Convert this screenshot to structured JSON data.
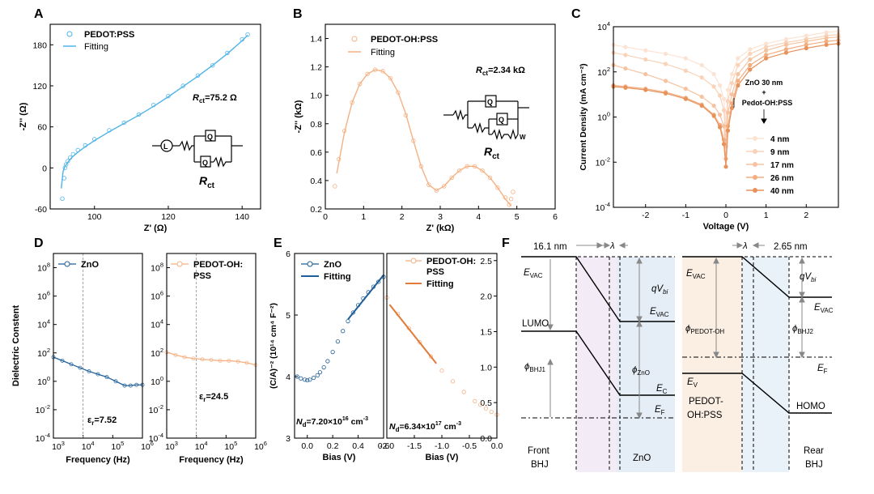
{
  "colors": {
    "blue": "#4fb3e8",
    "blue_dark": "#1f5f99",
    "orange": "#f4b183",
    "orange_dark": "#e07b39",
    "axis": "#000000",
    "ref_gray": "#888888",
    "rgn_front": "#f3ecf7",
    "rgn_zno": "#e5eef6",
    "rgn_pedot": "#fbeee3",
    "rgn_rear": "#e9f1f9"
  },
  "icons": [
    "resistor-icon",
    "capacitor-q-icon",
    "inductor-l-icon",
    "warburg-w-icon",
    "arrow-icon"
  ],
  "panels": {
    "A": {
      "letter": "A",
      "legend": {
        "data": "PEDOT:PSS",
        "fit": "Fitting"
      },
      "rct_prefix": "R",
      "rct_sub": "ct",
      "rct_value": "=75.2 Ω",
      "circuit_rct": "R",
      "circuit_rct_sub": "ct",
      "circuit_Q": "Q",
      "circuit_L": "L"
    },
    "B": {
      "letter": "B",
      "legend": {
        "data": "PEDOT-OH:PSS",
        "fit": "Fitting"
      },
      "rct_prefix": "R",
      "rct_sub": "ct",
      "rct_value": "=2.34 kΩ",
      "circuit_rct": "R",
      "circuit_rct_sub": "ct",
      "circuit_Q": "Q",
      "circuit_W": "W"
    },
    "C": {
      "letter": "C",
      "legend_header": [
        "ZnO 30 nm",
        "+",
        "Pedot-OH:PSS"
      ],
      "legend_entries": [
        "4 nm",
        "9 nm",
        "17 nm",
        "26 nm",
        "40 nm"
      ]
    },
    "D": {
      "letter": "D",
      "legend_left": "ZnO",
      "legend_right": [
        "PEDOT-OH:",
        "PSS"
      ],
      "eps_left": "=7.52",
      "eps_right": "=24.5",
      "eps_symbol": "ε",
      "eps_sub": "r"
    },
    "E": {
      "letter": "E",
      "legend_left": {
        "data": "ZnO",
        "fit": "Fitting"
      },
      "legend_right": {
        "data": [
          "PEDOT-OH:",
          "PSS"
        ],
        "fit": "Fitting"
      },
      "nd_symbol": "N",
      "nd_sub": "d",
      "nd_left": "=7.20×10",
      "nd_left_exp": "16",
      "nd_right": "=6.34×10",
      "nd_right_exp": "17",
      "nd_unit": " cm",
      "nd_unit_exp": "-3"
    },
    "F": {
      "letter": "F",
      "width_left": "16.1 nm",
      "width_right": "2.65 nm",
      "lambda": "λ",
      "E_VAC": "E",
      "sub_VAC": "VAC",
      "LUMO": "LUMO",
      "phi_BHJ1_sub": "BHJ1",
      "phi_ZnO_sub": "ZnO",
      "phi_PEDOT_sub": "PEDOT-OH",
      "phi_BHJ2_sub": "BHJ2",
      "phi": "ϕ",
      "qVbi_q": "qV",
      "qVbi_sub": "bi",
      "E_C_sub": "C",
      "E_F_sub": "F",
      "E_V_sub": "V",
      "HOMO": "HOMO",
      "front": [
        "Front",
        "BHJ"
      ],
      "zno": "ZnO",
      "pedot": [
        "PEDOT-",
        "OH:PSS"
      ],
      "rear": [
        "Rear",
        "BHJ"
      ]
    }
  },
  "chart_data": [
    {
      "id": "A",
      "type": "scatter",
      "title": "",
      "xlabel": "Z' (Ω)",
      "ylabel": "-Z'' (Ω)",
      "xlim": [
        88,
        145
      ],
      "ylim": [
        -60,
        210
      ],
      "xticks": [
        100,
        120,
        140
      ],
      "yticks": [
        -60,
        0,
        60,
        120,
        180
      ],
      "series": [
        {
          "name": "PEDOT:PSS",
          "style": "markers",
          "x": [
            91.3,
            91.8,
            92.0,
            92.3,
            92.8,
            93.4,
            94.2,
            95.5,
            97.5,
            100,
            104,
            108,
            112,
            116,
            120,
            124,
            128,
            132,
            136,
            140,
            141.5
          ],
          "y": [
            -45,
            -15,
            0,
            5,
            10,
            15,
            20,
            26,
            33,
            42,
            55,
            66,
            78,
            92,
            105,
            120,
            135,
            150,
            168,
            188,
            195
          ]
        },
        {
          "name": "Fitting",
          "style": "line",
          "x": [
            91.0,
            91.5,
            92.0,
            92.5,
            93.0,
            94.0,
            95.5,
            97.5,
            100,
            104,
            108,
            112,
            116,
            120,
            124,
            128,
            132,
            136,
            140,
            141.5
          ],
          "y": [
            -30,
            -5,
            2,
            6,
            10,
            16,
            23,
            31,
            40,
            53,
            65,
            77,
            90,
            104,
            119,
            134,
            150,
            167,
            186,
            194
          ]
        }
      ]
    },
    {
      "id": "B",
      "type": "scatter",
      "title": "",
      "xlabel": "Z' (kΩ)",
      "ylabel": "-Z'' (kΩ)",
      "xlim": [
        0,
        6
      ],
      "ylim": [
        0.2,
        1.5
      ],
      "xticks": [
        0,
        1,
        2,
        3,
        4,
        5,
        6
      ],
      "yticks": [
        0.2,
        0.4,
        0.6,
        0.8,
        1.0,
        1.2,
        1.4
      ],
      "series": [
        {
          "name": "PEDOT-OH:PSS",
          "style": "markers",
          "x": [
            0.25,
            0.35,
            0.5,
            0.7,
            0.9,
            1.1,
            1.3,
            1.5,
            1.7,
            1.9,
            2.1,
            2.3,
            2.5,
            2.7,
            2.9,
            3.1,
            3.3,
            3.5,
            3.7,
            3.9,
            4.1,
            4.3,
            4.5,
            4.7,
            4.8,
            4.85,
            4.9
          ],
          "y": [
            0.36,
            0.55,
            0.75,
            0.95,
            1.08,
            1.15,
            1.18,
            1.17,
            1.12,
            1.02,
            0.86,
            0.68,
            0.5,
            0.37,
            0.33,
            0.36,
            0.42,
            0.47,
            0.5,
            0.5,
            0.47,
            0.42,
            0.35,
            0.28,
            0.23,
            0.27,
            0.32
          ]
        },
        {
          "name": "Fitting",
          "style": "line",
          "x": [
            0.3,
            0.5,
            0.7,
            0.9,
            1.1,
            1.3,
            1.5,
            1.7,
            1.9,
            2.1,
            2.3,
            2.5,
            2.7,
            2.9,
            3.1,
            3.3,
            3.5,
            3.7,
            3.9,
            4.1,
            4.3,
            4.5,
            4.7,
            4.85
          ],
          "y": [
            0.45,
            0.74,
            0.95,
            1.08,
            1.15,
            1.18,
            1.17,
            1.12,
            1.02,
            0.87,
            0.68,
            0.5,
            0.37,
            0.33,
            0.36,
            0.42,
            0.47,
            0.5,
            0.5,
            0.47,
            0.42,
            0.35,
            0.27,
            0.22
          ]
        }
      ]
    },
    {
      "id": "C",
      "type": "line",
      "title": "",
      "xlabel": "Voltage (V)",
      "ylabel": "Current Density (mA cm⁻²)",
      "xlim": [
        -2.8,
        2.8
      ],
      "ylim_exp": [
        -4,
        4
      ],
      "yscale": "log",
      "xticks": [
        -2,
        -1,
        0,
        1,
        2
      ],
      "yticks_exp": [
        -4,
        -2,
        0,
        2,
        4
      ],
      "x": [
        -2.8,
        -2.5,
        -2.0,
        -1.5,
        -1.0,
        -0.6,
        -0.3,
        -0.15,
        -0.05,
        0.0,
        0.05,
        0.15,
        0.3,
        0.6,
        1.0,
        1.5,
        2.0,
        2.5,
        2.8
      ],
      "series": [
        {
          "name": "4 nm",
          "color": "#fbe3d3",
          "y_exp": [
            3.2,
            3.1,
            2.95,
            2.8,
            2.6,
            2.3,
            1.9,
            1.4,
            0.8,
            -0.3,
            1.2,
            1.9,
            2.6,
            3.0,
            3.25,
            3.45,
            3.6,
            3.75,
            3.8
          ]
        },
        {
          "name": "9 nm",
          "color": "#f9d2b8",
          "y_exp": [
            2.85,
            2.75,
            2.55,
            2.35,
            2.05,
            1.75,
            1.35,
            0.95,
            0.3,
            -0.8,
            0.7,
            1.5,
            2.3,
            2.8,
            3.1,
            3.3,
            3.45,
            3.6,
            3.65
          ]
        },
        {
          "name": "17 nm",
          "color": "#f6c3a0",
          "y_exp": [
            2.3,
            2.15,
            1.9,
            1.6,
            1.25,
            0.9,
            0.5,
            0.1,
            -0.4,
            -1.3,
            0.2,
            1.0,
            1.9,
            2.55,
            2.95,
            3.2,
            3.35,
            3.5,
            3.55
          ]
        },
        {
          "name": "26 nm",
          "color": "#f2ad80",
          "y_exp": [
            1.4,
            1.35,
            1.25,
            1.1,
            0.85,
            0.55,
            0.1,
            -0.35,
            -1.0,
            -1.85,
            -0.4,
            0.6,
            1.6,
            2.3,
            2.75,
            3.0,
            3.2,
            3.35,
            3.4
          ]
        },
        {
          "name": "40 nm",
          "color": "#e8925a",
          "y_exp": [
            1.35,
            1.3,
            1.2,
            1.05,
            0.8,
            0.5,
            0.05,
            -0.45,
            -1.2,
            -2.2,
            -0.6,
            0.4,
            1.4,
            2.1,
            2.6,
            2.85,
            3.05,
            3.2,
            3.25
          ]
        }
      ]
    },
    {
      "id": "D-left",
      "type": "scatter",
      "title": "",
      "xlabel": "Frequency (Hz)",
      "ylabel": "Dielectric Constent",
      "xscale": "log",
      "yscale": "log",
      "xlim_exp": [
        3,
        6
      ],
      "ylim_exp": [
        -4,
        9
      ],
      "xticks_exp": [
        3,
        4,
        5,
        6
      ],
      "yticks_exp": [
        -4,
        -2,
        0,
        2,
        4,
        6,
        8
      ],
      "series": [
        {
          "name": "ZnO",
          "x_exp": [
            3.0,
            3.3,
            3.6,
            3.9,
            4.2,
            4.5,
            4.8,
            5.1,
            5.4,
            5.6,
            5.8,
            6.0
          ],
          "y_exp": [
            1.7,
            1.45,
            1.2,
            0.95,
            0.7,
            0.5,
            0.3,
            0.0,
            -0.3,
            -0.3,
            -0.25,
            -0.25
          ]
        }
      ]
    },
    {
      "id": "D-right",
      "type": "scatter",
      "title": "",
      "xlabel": "Frequency (Hz)",
      "ylabel": "",
      "xscale": "log",
      "yscale": "log",
      "xlim_exp": [
        3,
        6
      ],
      "ylim_exp": [
        -4,
        9
      ],
      "xticks_exp": [
        3,
        4,
        5,
        6
      ],
      "yticks_exp": [
        -4,
        -2,
        0,
        2,
        4,
        6,
        8
      ],
      "series": [
        {
          "name": "PEDOT-OH:PSS",
          "x_exp": [
            3.0,
            3.3,
            3.6,
            3.9,
            4.2,
            4.5,
            4.8,
            5.1,
            5.4,
            5.7,
            6.0
          ],
          "y_exp": [
            2.05,
            1.85,
            1.7,
            1.6,
            1.55,
            1.5,
            1.45,
            1.45,
            1.4,
            1.3,
            1.15
          ]
        }
      ]
    },
    {
      "id": "E-left",
      "type": "scatter",
      "title": "",
      "xlabel": "Bias (V)",
      "ylabel": "(C/A)⁻² (10¹⁴ cm⁴ F⁻²)",
      "xlim": [
        -0.1,
        0.6
      ],
      "ylim": [
        3,
        6
      ],
      "xticks": [
        0.0,
        0.2,
        0.4,
        0.6
      ],
      "yticks": [
        3,
        4,
        5,
        6
      ],
      "series": [
        {
          "name": "ZnO",
          "style": "markers",
          "x": [
            -0.08,
            -0.05,
            -0.02,
            0.0,
            0.02,
            0.05,
            0.08,
            0.1,
            0.13,
            0.16,
            0.2,
            0.24,
            0.28,
            0.32,
            0.36,
            0.4,
            0.44,
            0.48,
            0.52,
            0.56,
            0.6
          ],
          "y": [
            4.0,
            3.97,
            3.95,
            3.94,
            3.95,
            3.98,
            4.02,
            4.07,
            4.15,
            4.25,
            4.4,
            4.57,
            4.74,
            4.9,
            5.04,
            5.16,
            5.27,
            5.37,
            5.46,
            5.54,
            5.62
          ]
        },
        {
          "name": "Fitting",
          "style": "line",
          "x": [
            0.32,
            0.6
          ],
          "y": [
            4.93,
            5.65
          ]
        }
      ]
    },
    {
      "id": "E-right",
      "type": "scatter",
      "title": "",
      "xlabel": "Bias (V)",
      "ylabel": "",
      "xlim": [
        -2.0,
        0.0
      ],
      "ylim": [
        0.0,
        2.6
      ],
      "xticks": [
        -2.0,
        -1.5,
        -1.0,
        -0.5,
        0.0
      ],
      "yticks": [
        0.0,
        0.5,
        1.0,
        1.5,
        2.0,
        2.5
      ],
      "series": [
        {
          "name": "PEDOT-OH:PSS",
          "style": "markers",
          "x": [
            -2.0,
            -1.8,
            -1.6,
            -1.4,
            -1.2,
            -1.0,
            -0.8,
            -0.6,
            -0.4,
            -0.3,
            -0.2,
            -0.1,
            0.0
          ],
          "y": [
            1.98,
            1.75,
            1.55,
            1.35,
            1.15,
            0.95,
            0.8,
            0.65,
            0.52,
            0.47,
            0.42,
            0.37,
            0.33
          ]
        },
        {
          "name": "Fitting",
          "style": "line",
          "x": [
            -1.95,
            -1.1
          ],
          "y": [
            1.88,
            1.05
          ]
        }
      ]
    }
  ]
}
